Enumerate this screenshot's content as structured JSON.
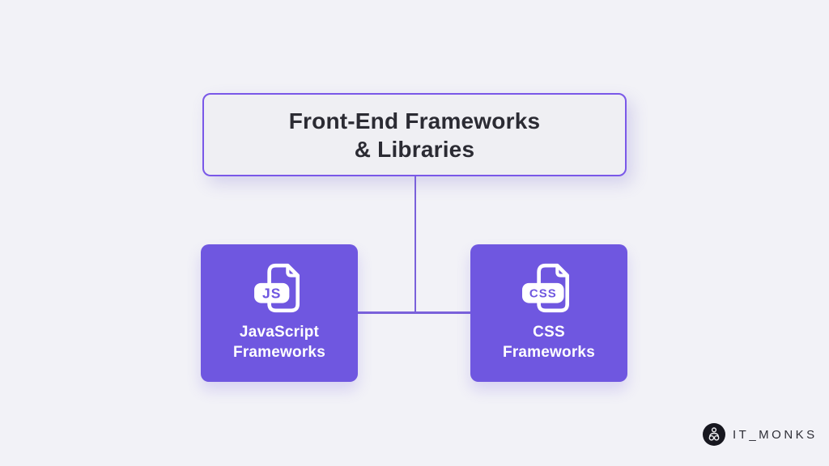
{
  "page": {
    "background_color": "#F2F2F7"
  },
  "colors": {
    "node_purple": "#6F57E0",
    "root_border_purple": "#7A58E8",
    "root_fill": "#EFEFF3",
    "connector_purple": "#7A61DA",
    "title_text": "#2B2B33",
    "node_text": "#FFFFFF",
    "logo_circle": "#17171F",
    "logo_text": "#2D2D35"
  },
  "diagram": {
    "root": {
      "title": "Front-End Frameworks\n& Libraries"
    },
    "children": [
      {
        "badge": "JS",
        "label": "JavaScript\nFrameworks",
        "icon": "js-file-icon"
      },
      {
        "badge": "CSS",
        "label": "CSS\nFrameworks",
        "icon": "css-file-icon"
      }
    ]
  },
  "branding": {
    "logo_text": "IT_MONKS",
    "logo_icon": "monk-meditation-icon"
  }
}
